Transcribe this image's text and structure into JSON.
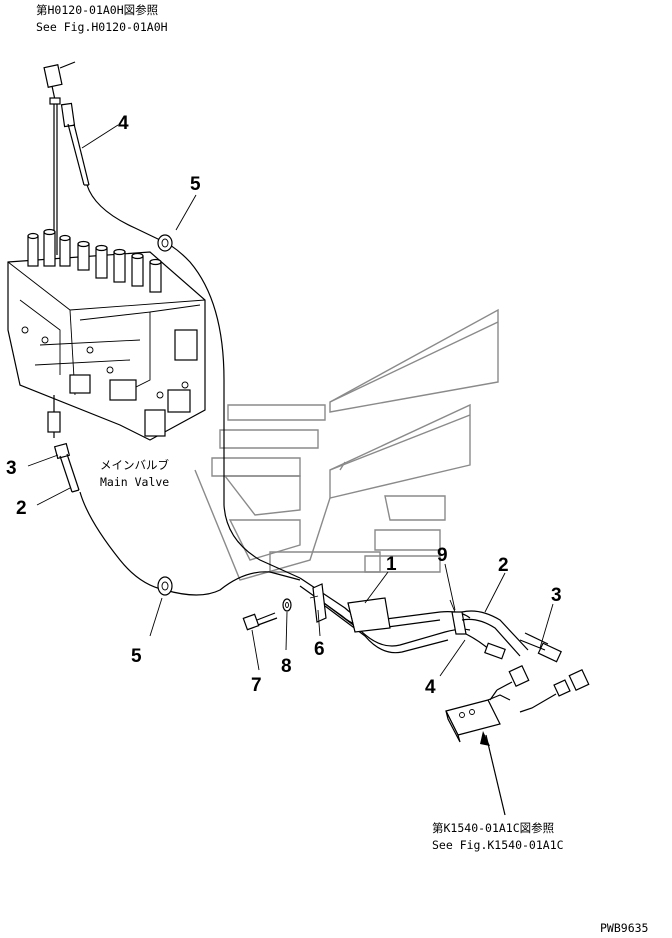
{
  "references": {
    "top_jp": "第H0120-01A0H図参照",
    "top_en": "See Fig.H0120-01A0H",
    "bottom_jp": "第K1540-01A1C図参照",
    "bottom_en": "See Fig.K1540-01A1C"
  },
  "main_valve": {
    "label_jp": "メインバルブ",
    "label_en": "Main Valve"
  },
  "callouts": {
    "c1": "1",
    "c2a": "2",
    "c2b": "2",
    "c3a": "3",
    "c3b": "3",
    "c4a": "4",
    "c4b": "4",
    "c5a": "5",
    "c5b": "5",
    "c6": "6",
    "c7": "7",
    "c8": "8",
    "c9": "9"
  },
  "drawing_code": "PWB9635"
}
